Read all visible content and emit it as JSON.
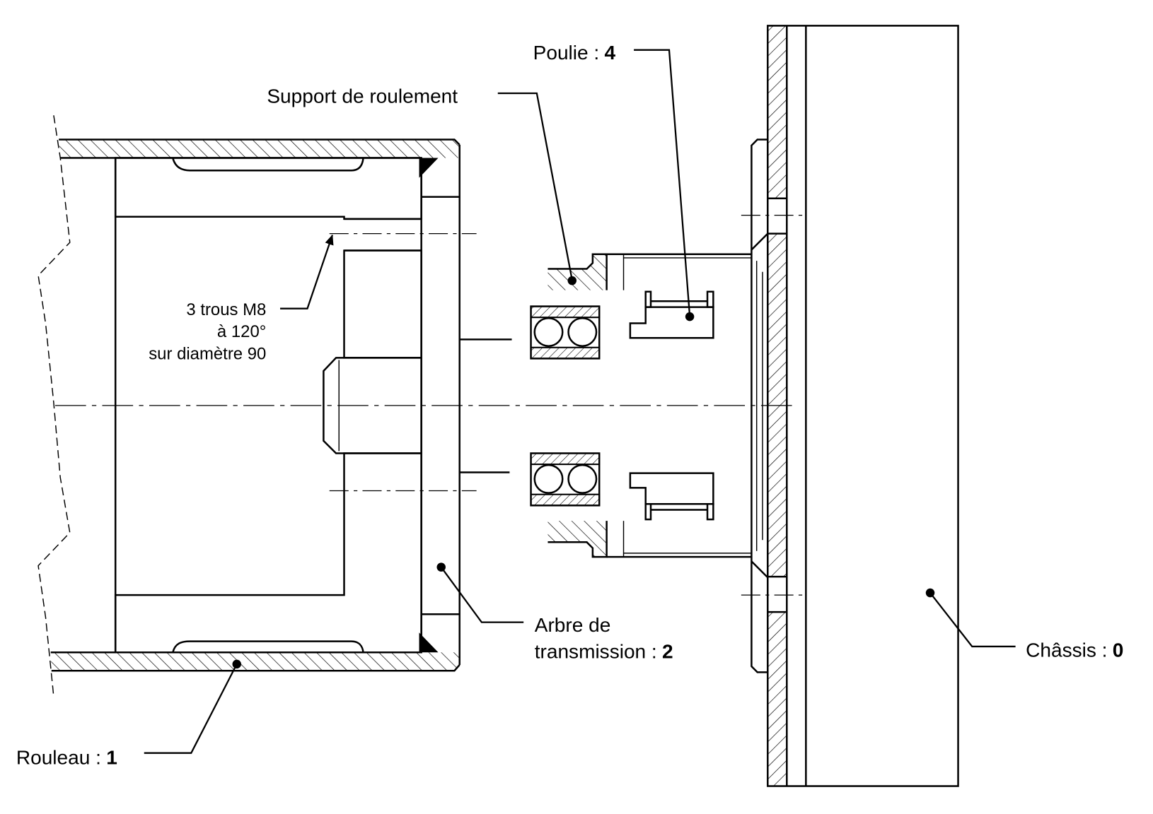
{
  "labels": {
    "poulie": {
      "text": "Poulie :",
      "num": "4"
    },
    "support": {
      "text": "Support de roulement"
    },
    "trous": {
      "line1": "3 trous M8",
      "line2": "à 120°",
      "line3": "sur diamètre 90"
    },
    "arbre": {
      "line1": "Arbre de",
      "line2": "transmission :",
      "num": "2"
    },
    "chassis": {
      "text": "Châssis :",
      "num": "0"
    },
    "rouleau": {
      "text": "Rouleau :",
      "num": "1"
    }
  }
}
